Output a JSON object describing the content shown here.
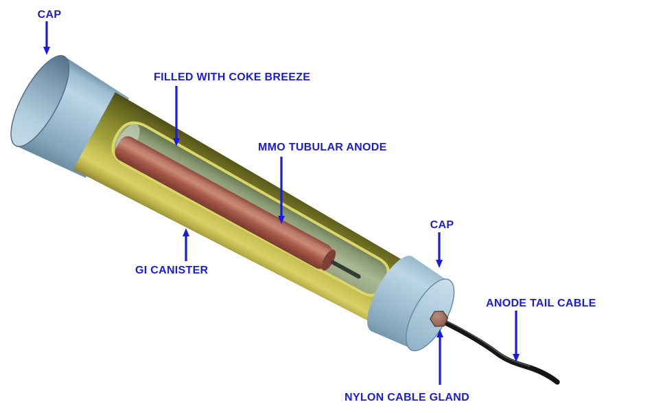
{
  "title": "MMO Tubular Anode in GI Canister — labeled cutaway diagram",
  "background": "#ffffff",
  "labels": {
    "cap_left": "CAP",
    "coke_breeze": "FILLED WITH COKE BREEZE",
    "mmo_anode": "MMO TUBULAR ANODE",
    "cap_right": "CAP",
    "gi_canister": "GI CANISTER",
    "anode_tail_cable": "ANODE TAIL CABLE",
    "nylon_cable_gland": "NYLON CABLE GLAND"
  },
  "colors": {
    "label_text": "#1b1be0",
    "arrow": "#1b1be0",
    "canister_olive": "#a2a23c",
    "canister_highlight": "#d9d167",
    "canister_dark_edge": "#4c4c18",
    "cap_steel_blue": "#a6c4d6",
    "cap_face_light": "#c3dbe8",
    "coke_interior_green": "#aab894",
    "anode_red": "#b06a58",
    "anode_highlight": "#ca8a78",
    "gland_brown": "#96695a",
    "cable_black": "#161616"
  }
}
